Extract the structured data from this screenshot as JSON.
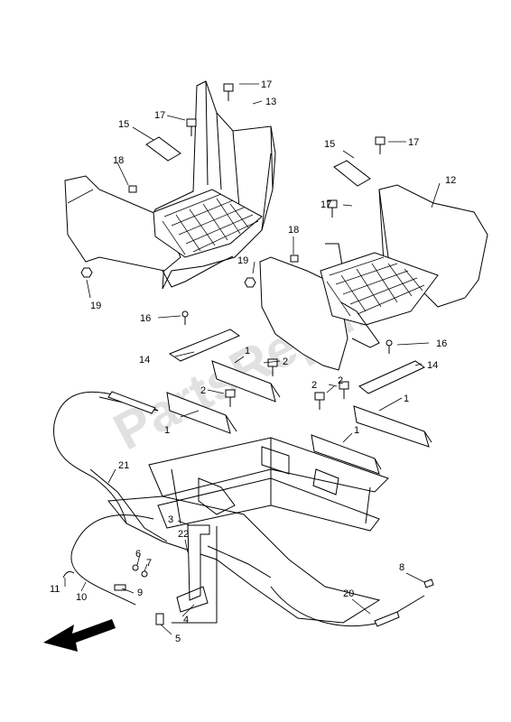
{
  "watermark": "PartsRepublik",
  "callouts": [
    {
      "id": "c-1a",
      "text": "1"
    },
    {
      "id": "c-1b",
      "text": "1"
    },
    {
      "id": "c-1c",
      "text": "1"
    },
    {
      "id": "c-1d",
      "text": "1"
    },
    {
      "id": "c-2a",
      "text": "2"
    },
    {
      "id": "c-2b",
      "text": "2"
    },
    {
      "id": "c-2c",
      "text": "2"
    },
    {
      "id": "c-2d",
      "text": "2"
    },
    {
      "id": "c-3",
      "text": "3"
    },
    {
      "id": "c-4",
      "text": "4"
    },
    {
      "id": "c-5",
      "text": "5"
    },
    {
      "id": "c-6",
      "text": "6"
    },
    {
      "id": "c-7",
      "text": "7"
    },
    {
      "id": "c-8",
      "text": "8"
    },
    {
      "id": "c-9",
      "text": "9"
    },
    {
      "id": "c-10",
      "text": "10"
    },
    {
      "id": "c-11",
      "text": "11"
    },
    {
      "id": "c-12",
      "text": "12"
    },
    {
      "id": "c-13",
      "text": "13"
    },
    {
      "id": "c-14a",
      "text": "14"
    },
    {
      "id": "c-14b",
      "text": "14"
    },
    {
      "id": "c-15a",
      "text": "15"
    },
    {
      "id": "c-15b",
      "text": "15"
    },
    {
      "id": "c-16a",
      "text": "16"
    },
    {
      "id": "c-16b",
      "text": "16"
    },
    {
      "id": "c-17a",
      "text": "17"
    },
    {
      "id": "c-17b",
      "text": "17"
    },
    {
      "id": "c-17c",
      "text": "17"
    },
    {
      "id": "c-17d",
      "text": "17"
    },
    {
      "id": "c-18a",
      "text": "18"
    },
    {
      "id": "c-18b",
      "text": "18"
    },
    {
      "id": "c-19a",
      "text": "19"
    },
    {
      "id": "c-19b",
      "text": "19"
    },
    {
      "id": "c-20",
      "text": "20"
    },
    {
      "id": "c-21",
      "text": "21"
    },
    {
      "id": "c-22",
      "text": "22"
    }
  ]
}
